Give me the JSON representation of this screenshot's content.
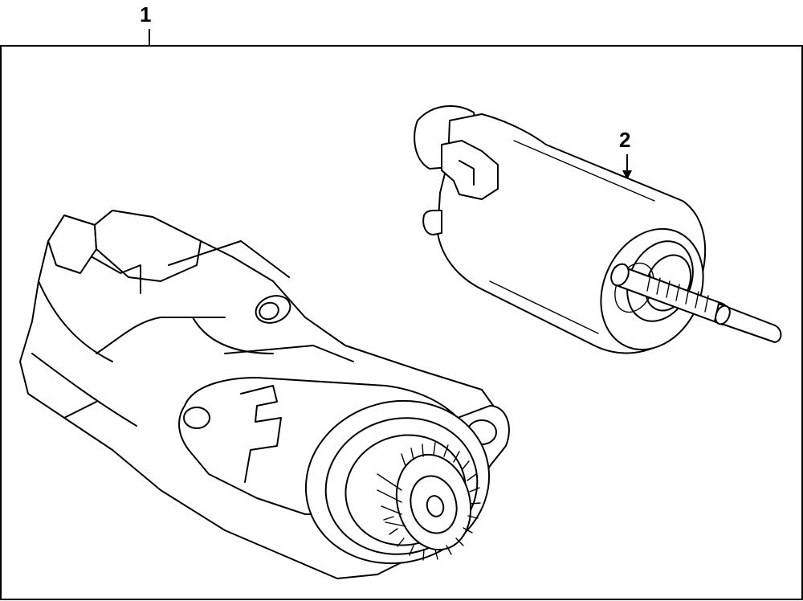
{
  "diagram": {
    "callouts": [
      {
        "id": "callout-1",
        "label": "1"
      },
      {
        "id": "callout-2",
        "label": "2"
      }
    ],
    "parts": [
      {
        "callout": "1",
        "icon": "starter-motor-assembly-icon"
      },
      {
        "callout": "2",
        "icon": "solenoid-icon"
      }
    ],
    "colors": {
      "line": "#000000",
      "background": "#ffffff"
    }
  }
}
